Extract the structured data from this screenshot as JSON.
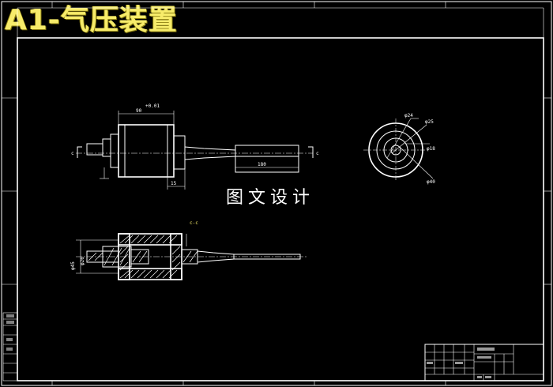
{
  "title": "A1-气压装置",
  "watermark": "图文设计",
  "dimensions": {
    "width_90": "90",
    "tolerance": "+0.01",
    "length_15": "15",
    "length_180": "180",
    "left_mark": "c",
    "right_mark": "c",
    "section_label": "c-c",
    "dia_small": "φ18",
    "dia_mid": "φ25",
    "dia_big": "φ40",
    "dia_top": "φ24",
    "side_dia_left": "φ45",
    "side_dia_right": "φ26"
  },
  "colors": {
    "title": "#f7ec6a",
    "lines": "#ffffff",
    "background": "#000000"
  }
}
